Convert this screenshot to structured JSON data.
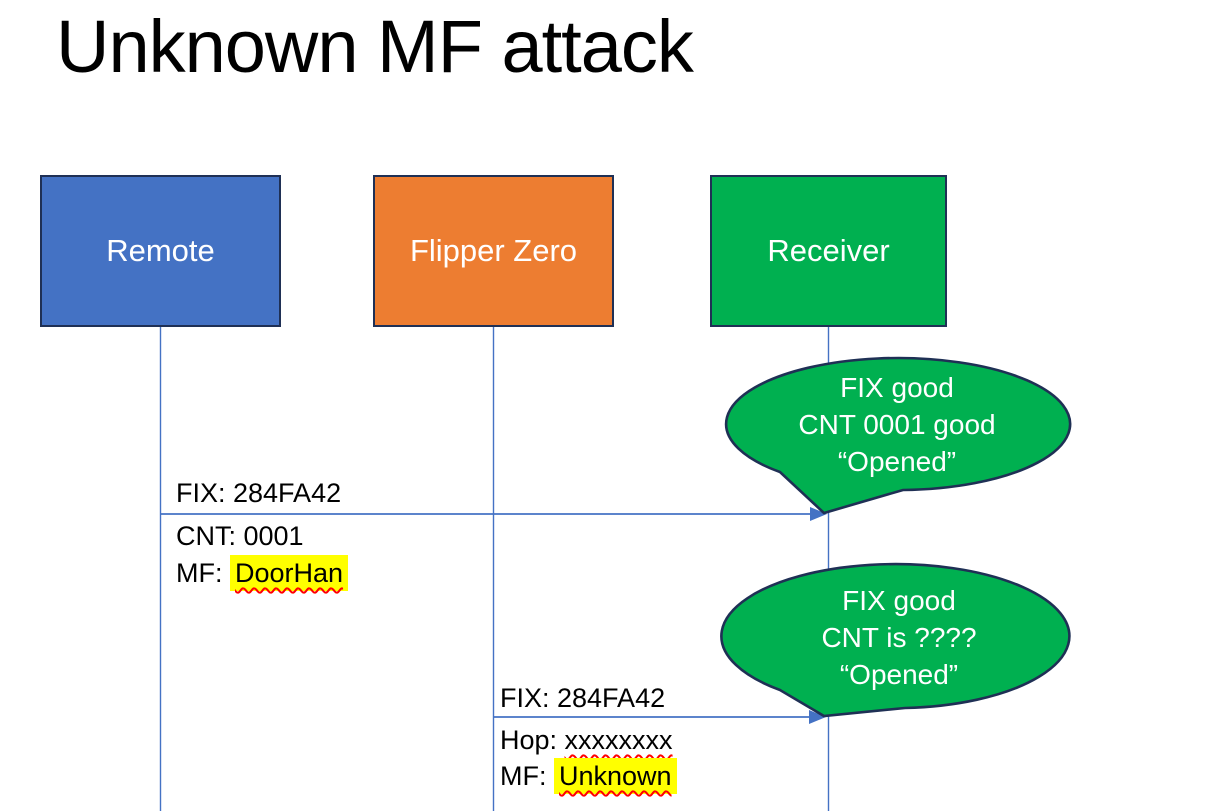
{
  "title": "Unknown MF attack",
  "actors": {
    "remote": {
      "label": "Remote",
      "fill": "#4472C4"
    },
    "flipper": {
      "label": "Flipper Zero",
      "fill": "#ED7D31"
    },
    "receiver": {
      "label": "Receiver",
      "fill": "#00B050"
    }
  },
  "messages": {
    "remote_to_receiver": {
      "from": "Remote",
      "to": "Receiver",
      "line1": "FIX: 284FA42",
      "line2": "CNT: 0001",
      "line3_prefix": "MF: ",
      "line3_highlight": "DoorHan"
    },
    "flipper_to_receiver": {
      "from": "Flipper Zero",
      "to": "Receiver",
      "line1": "FIX: 284FA42",
      "line2_prefix": "Hop: ",
      "line2_underlined": "xxxxxxxx",
      "line3_prefix": "MF: ",
      "line3_highlight": "Unknown"
    }
  },
  "callouts": {
    "first": {
      "line1": "FIX good",
      "line2": "CNT 0001 good",
      "line3": "“Opened”"
    },
    "second": {
      "line1": "FIX good",
      "line2": "CNT is ????",
      "line3": "“Opened”"
    }
  },
  "colors": {
    "actor_remote_fill": "#4472C4",
    "actor_flipper_fill": "#ED7D31",
    "actor_receiver_fill": "#00B050",
    "shape_border_navy": "#1F3055",
    "connector_blue": "#4472C4",
    "callout_green": "#00B050",
    "highlight_yellow": "#FFFF00",
    "squiggle_red": "#FF0000",
    "actor_label_text": "#FFFFFF",
    "callout_text": "#FFFFFF",
    "title_text": "#000000"
  }
}
